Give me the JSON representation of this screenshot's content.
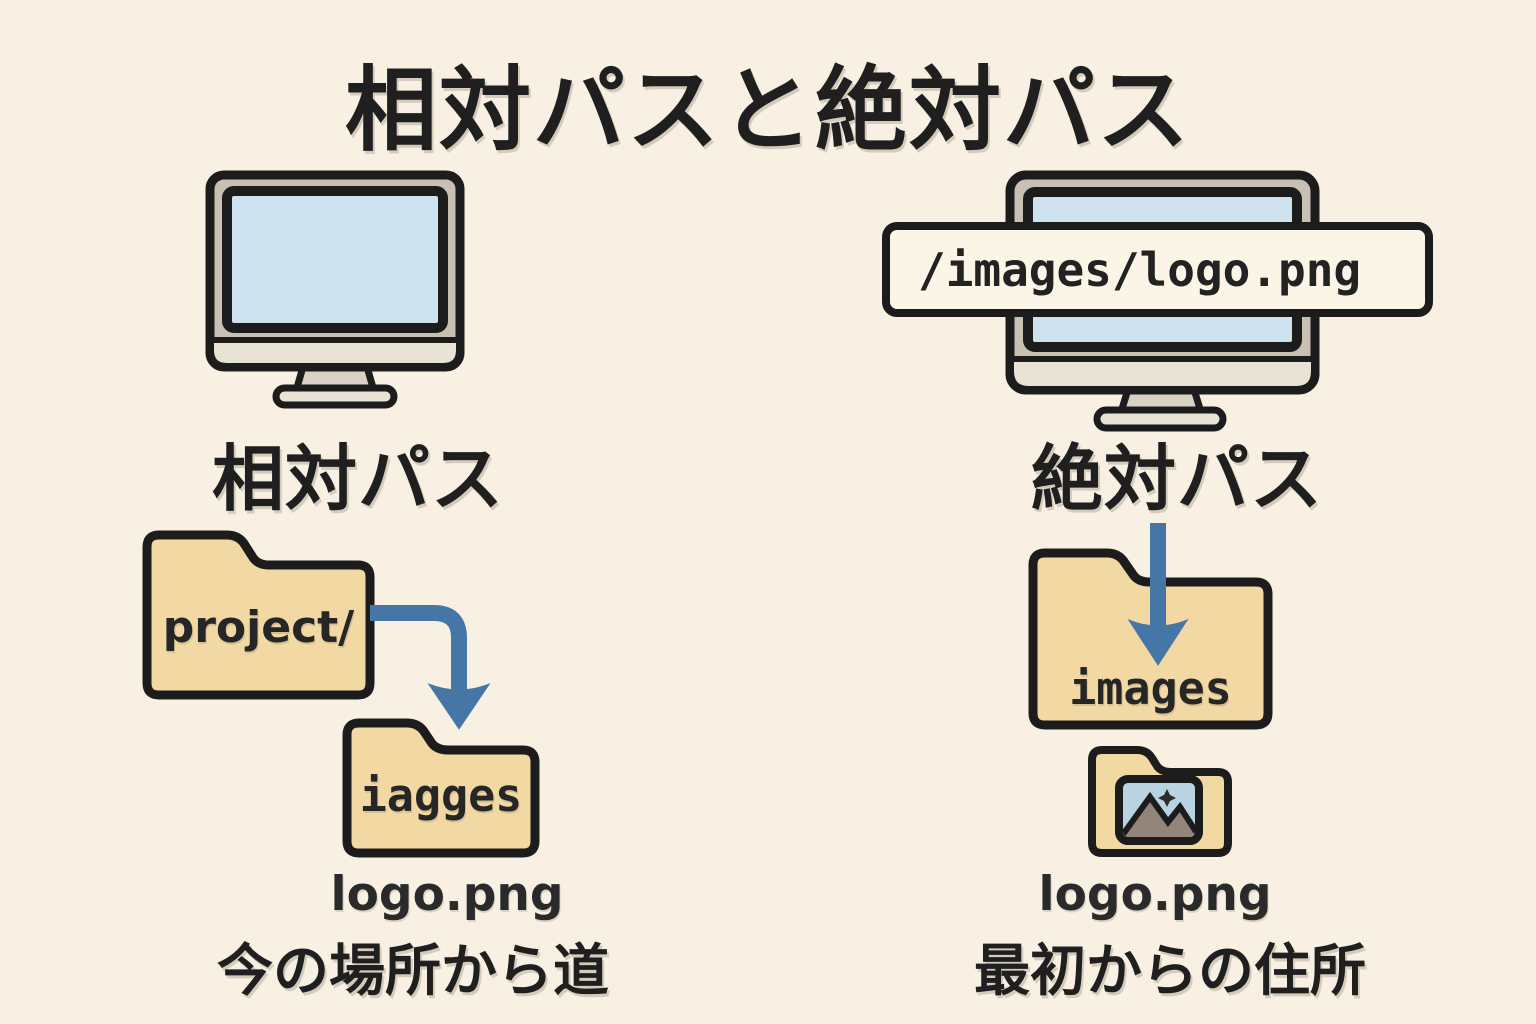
{
  "title": "相対パスと絶対パス",
  "left_section": {
    "heading": "相対パス",
    "parent_folder_label": "project/",
    "child_folder_label": "iagges",
    "file_label": "logo.png",
    "caption": "今の場所から道"
  },
  "right_section": {
    "heading": "絶対パス",
    "path_text": "/images/logo.png",
    "folder_label": "images",
    "file_label": "logo.png",
    "caption": "最初からの住所"
  },
  "icons": {
    "left_monitor": "monitor-icon",
    "right_monitor": "monitor-icon",
    "parent_folder": "folder-icon",
    "child_folder": "folder-icon",
    "images_folder": "folder-icon",
    "file_folder": "folder-with-image-icon",
    "thumbnail": "image-thumbnail-icon",
    "left_arrow": "curved-down-arrow-icon",
    "right_arrow": "down-arrow-icon"
  },
  "colors": {
    "background": "#f7f0e3",
    "ink": "#1c1c1c",
    "folder_fill": "#f2d8a2",
    "arrow_blue": "#4576a6",
    "screen_blue": "#cee3ef",
    "bezel_gray": "#c7c0b3",
    "chin_cream": "#e9e3d5",
    "stand_gray": "#d9d2c4",
    "path_box_fill": "#fbf5e7",
    "thumb_sky": "#b9d3e3",
    "thumb_mountain": "#93857a"
  }
}
